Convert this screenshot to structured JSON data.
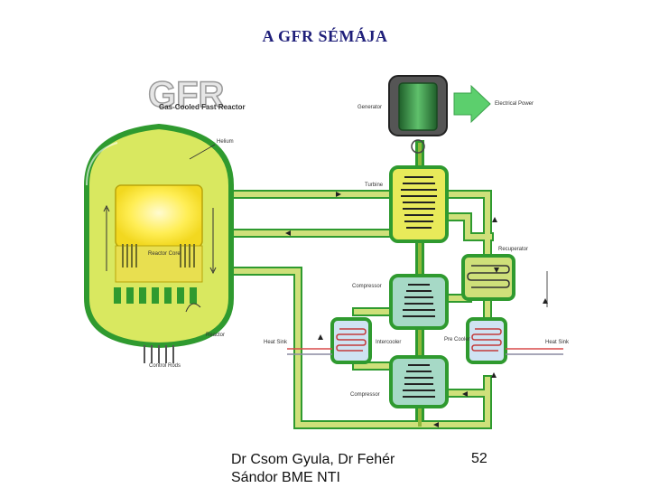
{
  "slide": {
    "title": "A GFR SÉMÁJA",
    "author": "Dr Csom Gyula, Dr Fehér Sándor BME NTI",
    "page_number": "52"
  },
  "diagram": {
    "logo_text": "GFR",
    "logo_subtitle": "Gas-Cooled Fast Reactor",
    "labels": {
      "generator": "Generator",
      "electrical_power": "Electrical Power",
      "helium": "Helium",
      "turbine": "Turbine",
      "recuperator": "Recuperator",
      "reactor_core": "Reactor Core",
      "compressor_top": "Compressor",
      "compressor_bottom": "Compressor",
      "intercooler": "Intercooler",
      "pre_cooler": "Pre Cooler",
      "heat_sink_left": "Heat Sink",
      "heat_sink_right": "Heat Sink",
      "reactor": "Reactor",
      "control_rods": "Control Rods"
    },
    "colors": {
      "vessel_fill": "#d9e860",
      "vessel_stroke": "#2f9a2f",
      "core_yellow": "#ffe94a",
      "core_light": "#fff8a8",
      "pipe_fill": "#cfe07a",
      "turbine_fill": "#e8ea5a",
      "compressor_fill": "#a6d9c6",
      "heat_exchanger_fill": "#cfe3f2",
      "generator_fill": "#2e8b3e",
      "arrow_green": "#4cbf60",
      "heat_sink_red": "#d94a4a"
    }
  }
}
